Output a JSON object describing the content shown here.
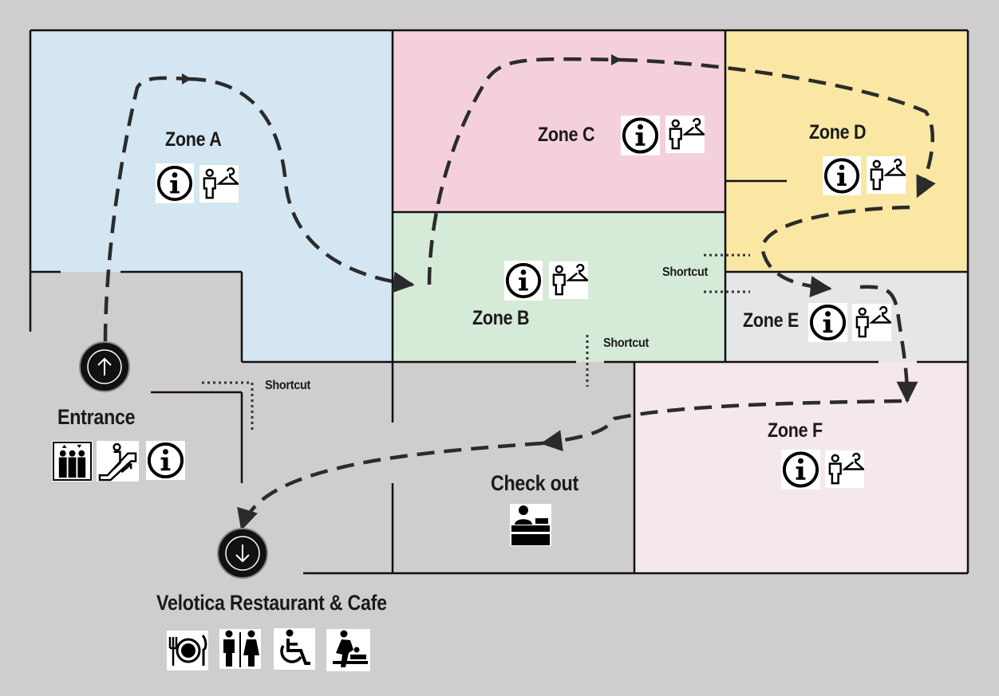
{
  "zones": {
    "a": {
      "label": "Zone A",
      "color": "#d4e6f2"
    },
    "b": {
      "label": "Zone B",
      "color": "#d6ead8"
    },
    "c": {
      "label": "Zone C",
      "color": "#f4d0dd"
    },
    "d": {
      "label": "Zone D",
      "color": "#f9e7a3"
    },
    "e": {
      "label": "Zone E",
      "color": "#e4e6e8"
    },
    "f": {
      "label": "Zone F",
      "color": "#f5e8ea"
    }
  },
  "shortcuts": {
    "left": "Shortcut",
    "middle": "Shortcut",
    "right": "Shortcut"
  },
  "entrance": {
    "label": "Entrance",
    "icons": [
      "elevator-icon",
      "escalator-icon",
      "information-icon"
    ]
  },
  "checkout": {
    "label": "Check out",
    "icons": [
      "cashier-icon"
    ]
  },
  "restaurant": {
    "label": "Velotica Restaurant & Cafe",
    "icons": [
      "dining-icon",
      "restroom-icon",
      "wheelchair-icon",
      "baby-changing-icon"
    ]
  },
  "colors": {
    "background": "#cfcdcd",
    "walls": "#111111",
    "route": "#2b2b2b"
  }
}
